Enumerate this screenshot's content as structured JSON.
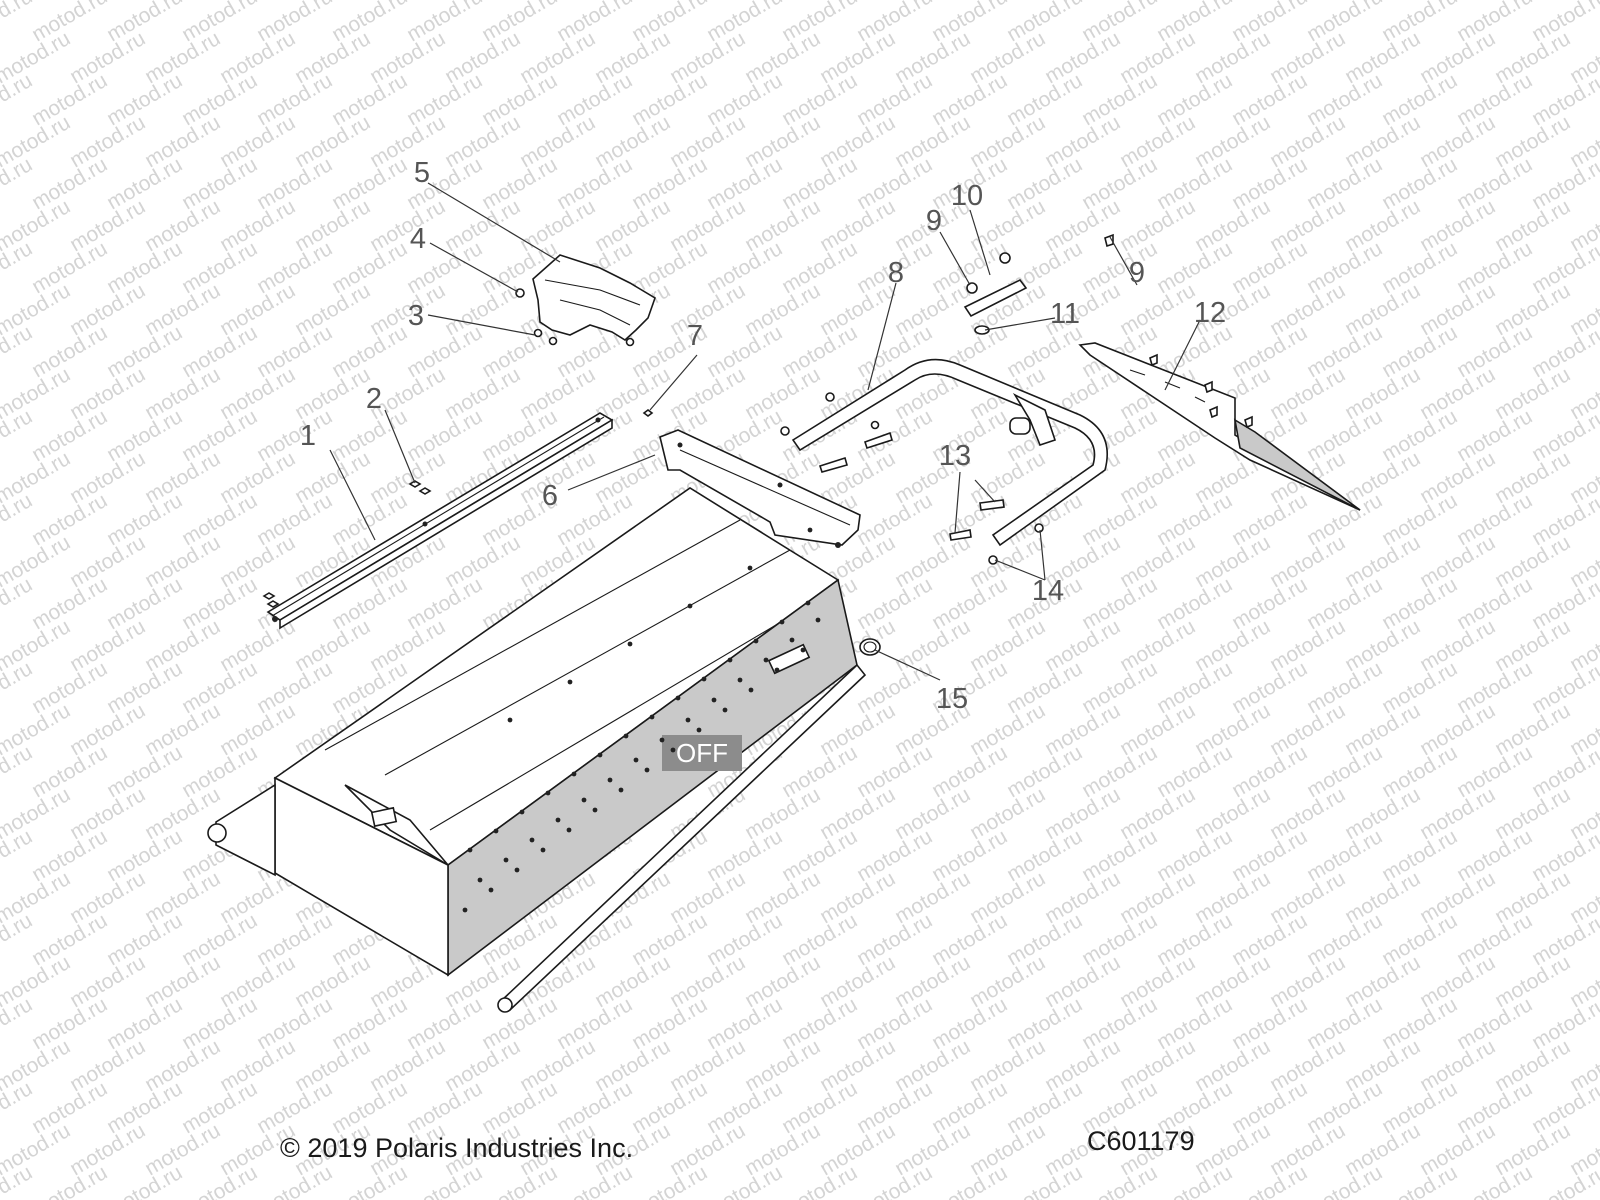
{
  "watermark": {
    "text": "motod.ru",
    "color": "#d4d4d4"
  },
  "stamp": {
    "text": "OFF"
  },
  "callouts": [
    {
      "id": "1",
      "label": "1"
    },
    {
      "id": "2",
      "label": "2"
    },
    {
      "id": "3",
      "label": "3"
    },
    {
      "id": "4",
      "label": "4"
    },
    {
      "id": "5",
      "label": "5"
    },
    {
      "id": "6",
      "label": "6"
    },
    {
      "id": "7",
      "label": "7"
    },
    {
      "id": "8",
      "label": "8"
    },
    {
      "id": "9a",
      "label": "9"
    },
    {
      "id": "9b",
      "label": "9"
    },
    {
      "id": "10",
      "label": "10"
    },
    {
      "id": "11",
      "label": "11"
    },
    {
      "id": "12",
      "label": "12"
    },
    {
      "id": "13",
      "label": "13"
    },
    {
      "id": "14",
      "label": "14"
    },
    {
      "id": "15",
      "label": "15"
    }
  ],
  "footer": {
    "copyright": "© 2019 Polaris Industries Inc.",
    "diagram_code": "C601179"
  },
  "colors": {
    "line": "#1a1a1a",
    "panel_shade": "#c9c9c9",
    "callout_text": "#555555"
  }
}
